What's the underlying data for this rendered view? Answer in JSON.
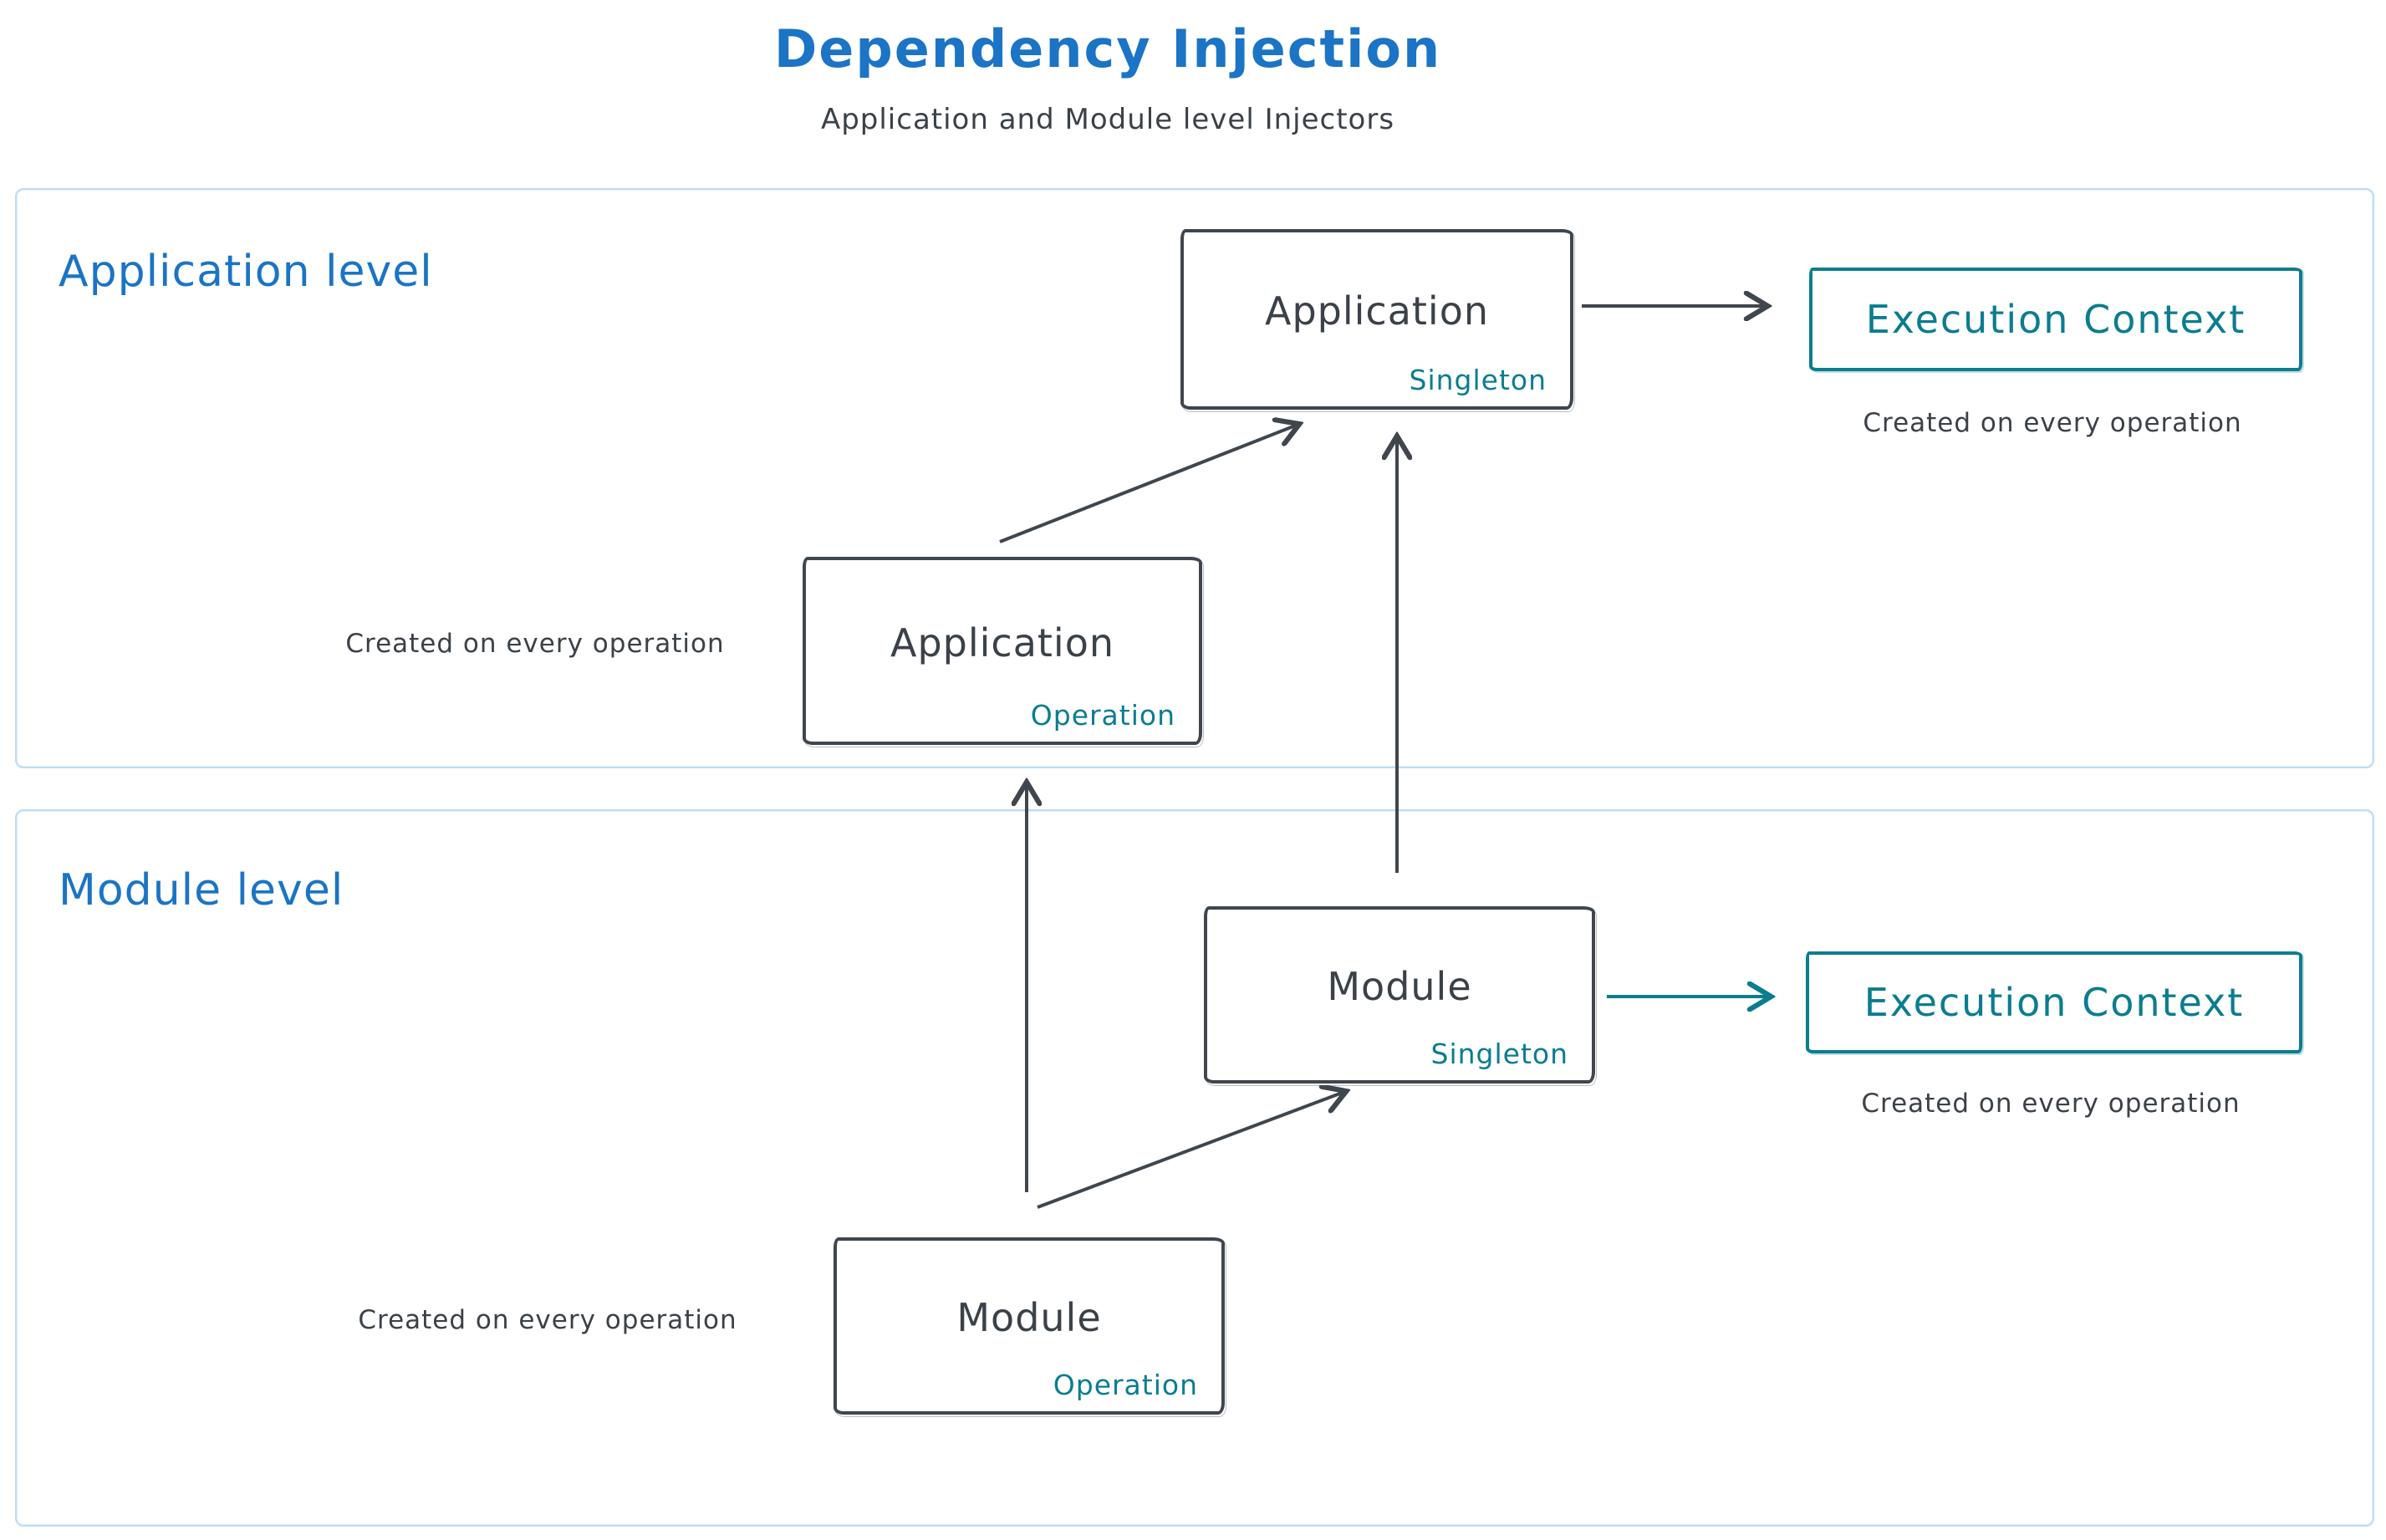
{
  "title": "Dependency Injection",
  "subtitle": "Application and Module level Injectors",
  "colors": {
    "heading_blue": "#1b74c5",
    "dark": "#3b4148",
    "teal": "#0b7d8f",
    "container_border": "#bcdcf5"
  },
  "application_level": {
    "label": "Application level",
    "singleton_box": {
      "title": "Application",
      "tag": "Singleton"
    },
    "operation_box": {
      "title": "Application",
      "tag": "Operation"
    },
    "operation_note": "Created on every operation",
    "execution_context": {
      "label": "Execution Context",
      "note": "Created on every operation"
    }
  },
  "module_level": {
    "label": "Module level",
    "singleton_box": {
      "title": "Module",
      "tag": "Singleton"
    },
    "operation_box": {
      "title": "Module",
      "tag": "Operation"
    },
    "operation_note": "Created on every operation",
    "execution_context": {
      "label": "Execution Context",
      "note": "Created on every operation"
    }
  }
}
